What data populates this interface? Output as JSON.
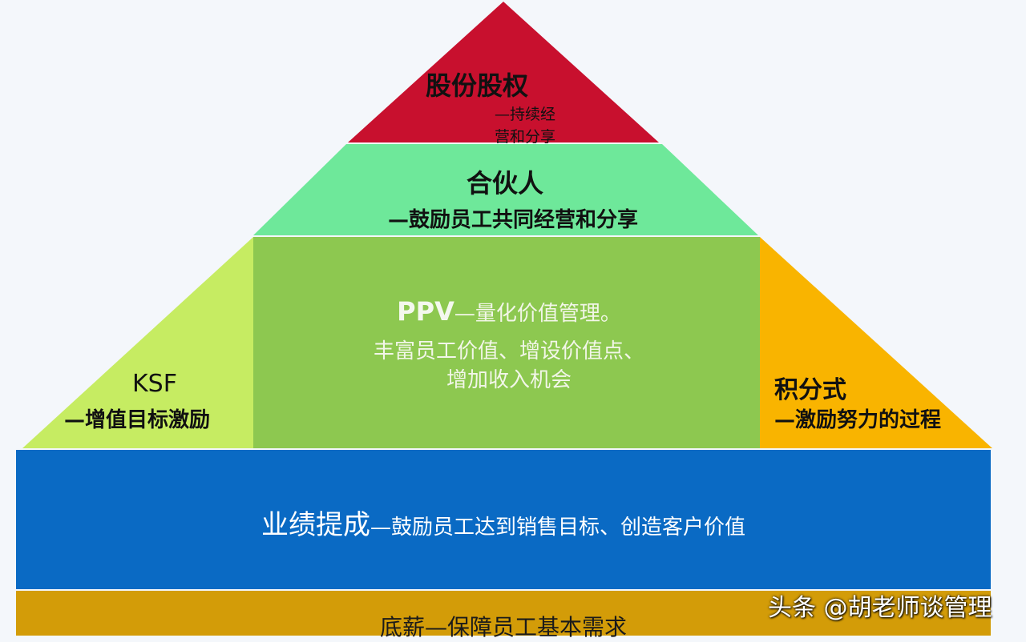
{
  "pyramid": {
    "top": {
      "title": "股份股权",
      "subtitle_line1": "—持续经",
      "subtitle_line2": "营和分享",
      "color": "#c8102e"
    },
    "partner": {
      "title": "合伙人",
      "subtitle": "—鼓励员工共同经营和分享",
      "color": "#6ee89a"
    },
    "ppv": {
      "tag": "PPV",
      "line1_rest": "—量化价值管理。",
      "line2": "丰富员工价值、增设价值点、",
      "line3": "增加收入机会",
      "color": "#8dc850"
    },
    "ksf": {
      "title": "KSF",
      "subtitle": "—增值目标激励",
      "color": "#c6ec62"
    },
    "points": {
      "title": "积分式",
      "subtitle": "—激励努力的过程",
      "color": "#f9b400"
    },
    "performance": {
      "title": "业绩提成",
      "subtitle": "—鼓励员工达到销售目标、创造客户价值",
      "color": "#0a6ac4"
    },
    "base_salary": {
      "text": "底薪—保障员工基本需求",
      "color": "#d39c08"
    }
  },
  "watermark": {
    "text": "头条 @胡老师谈管理"
  }
}
